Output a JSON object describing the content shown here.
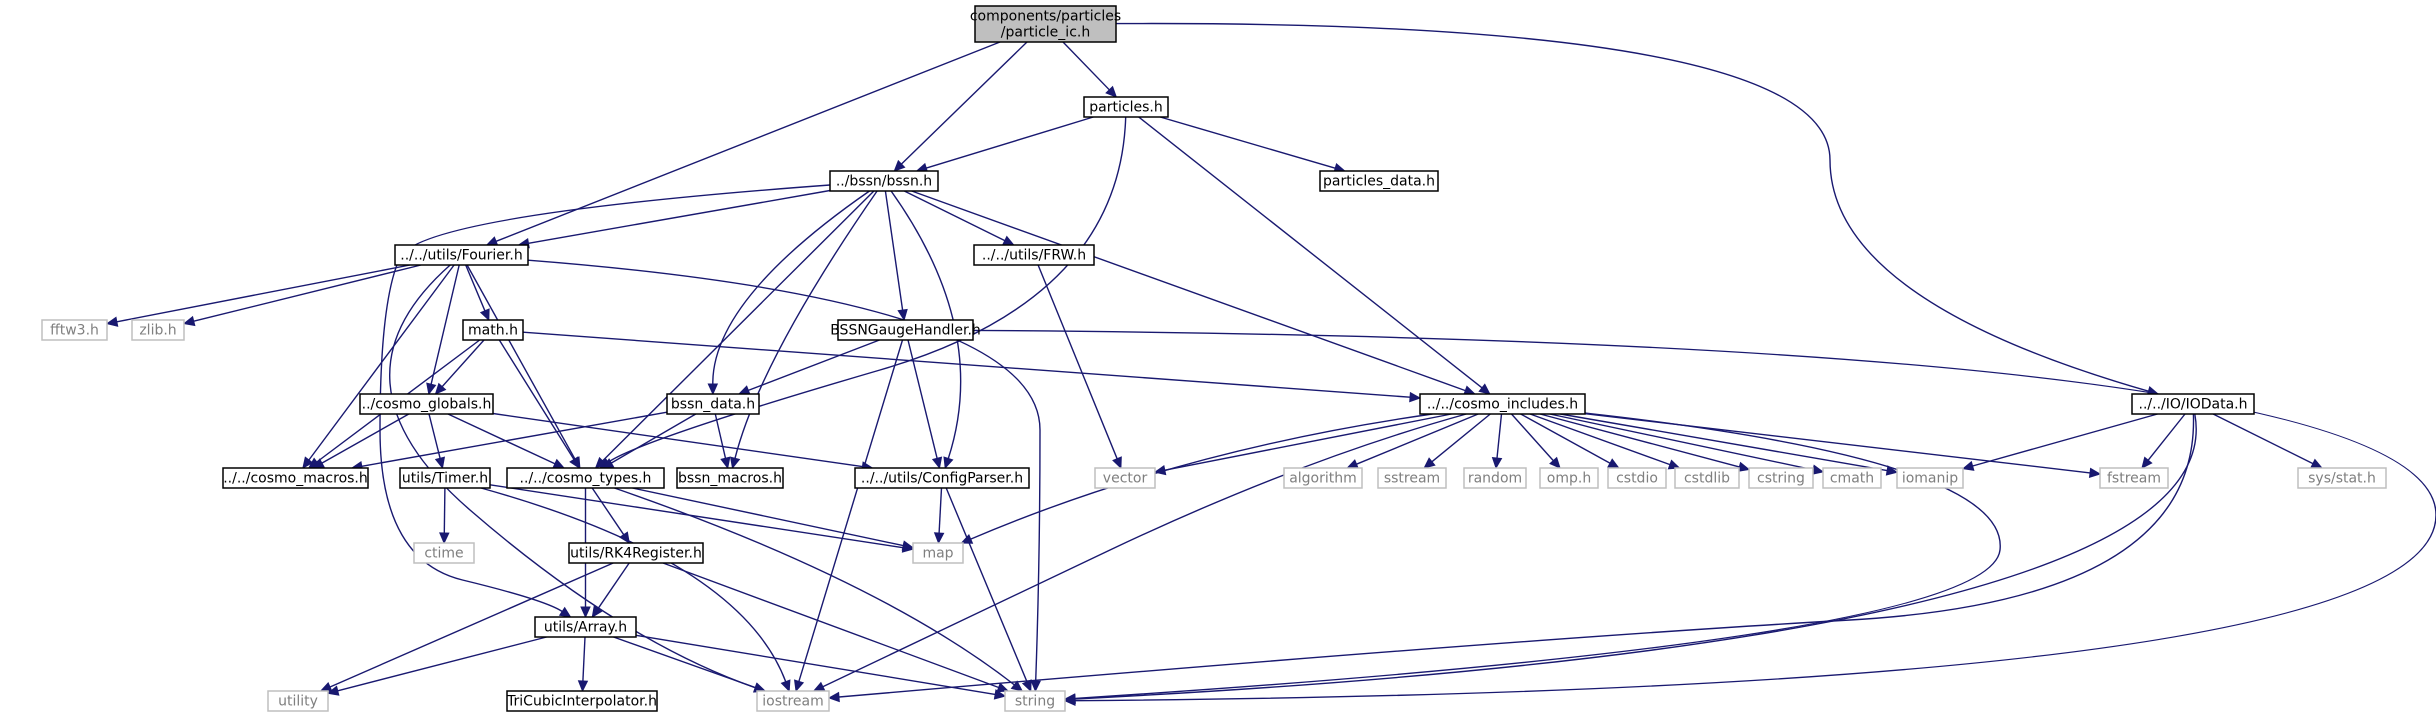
{
  "colors": {
    "edge": "#191970",
    "node_border": "#000000",
    "root_fill": "#bfbfbf",
    "system_border": "#bfbfbf",
    "system_text": "#7f7f7f",
    "background": "#ffffff"
  },
  "nodes": [
    {
      "id": "root",
      "lines": [
        "components/particles",
        "/particle_ic.h"
      ],
      "kind": "root"
    },
    {
      "id": "particles",
      "lines": [
        "particles.h"
      ],
      "kind": "local"
    },
    {
      "id": "bssn",
      "lines": [
        "../bssn/bssn.h"
      ],
      "kind": "local"
    },
    {
      "id": "particles_data",
      "lines": [
        "particles_data.h"
      ],
      "kind": "local"
    },
    {
      "id": "fourier",
      "lines": [
        "../../utils/Fourier.h"
      ],
      "kind": "local"
    },
    {
      "id": "frw",
      "lines": [
        "../../utils/FRW.h"
      ],
      "kind": "local"
    },
    {
      "id": "gauge",
      "lines": [
        "BSSNGaugeHandler.h"
      ],
      "kind": "local"
    },
    {
      "id": "fftw3",
      "lines": [
        "fftw3.h"
      ],
      "kind": "system"
    },
    {
      "id": "zlib",
      "lines": [
        "zlib.h"
      ],
      "kind": "system"
    },
    {
      "id": "math",
      "lines": [
        "math.h"
      ],
      "kind": "local"
    },
    {
      "id": "cosmo_globals",
      "lines": [
        "../cosmo_globals.h"
      ],
      "kind": "local"
    },
    {
      "id": "bssn_data",
      "lines": [
        "bssn_data.h"
      ],
      "kind": "local"
    },
    {
      "id": "cosmo_includes",
      "lines": [
        "../../cosmo_includes.h"
      ],
      "kind": "local"
    },
    {
      "id": "iodata",
      "lines": [
        "../../IO/IOData.h"
      ],
      "kind": "local"
    },
    {
      "id": "cosmo_macros",
      "lines": [
        "../../cosmo_macros.h"
      ],
      "kind": "local"
    },
    {
      "id": "timer",
      "lines": [
        "utils/Timer.h"
      ],
      "kind": "local"
    },
    {
      "id": "cosmo_types",
      "lines": [
        "../../cosmo_types.h"
      ],
      "kind": "local"
    },
    {
      "id": "bssn_macros",
      "lines": [
        "bssn_macros.h"
      ],
      "kind": "local"
    },
    {
      "id": "configparser",
      "lines": [
        "../../utils/ConfigParser.h"
      ],
      "kind": "local"
    },
    {
      "id": "vector",
      "lines": [
        "vector"
      ],
      "kind": "system"
    },
    {
      "id": "algorithm",
      "lines": [
        "algorithm"
      ],
      "kind": "system"
    },
    {
      "id": "sstream",
      "lines": [
        "sstream"
      ],
      "kind": "system"
    },
    {
      "id": "random",
      "lines": [
        "random"
      ],
      "kind": "system"
    },
    {
      "id": "omp",
      "lines": [
        "omp.h"
      ],
      "kind": "system"
    },
    {
      "id": "cstdio",
      "lines": [
        "cstdio"
      ],
      "kind": "system"
    },
    {
      "id": "cstdlib",
      "lines": [
        "cstdlib"
      ],
      "kind": "system"
    },
    {
      "id": "cstring",
      "lines": [
        "cstring"
      ],
      "kind": "system"
    },
    {
      "id": "cmath",
      "lines": [
        "cmath"
      ],
      "kind": "system"
    },
    {
      "id": "iomanip",
      "lines": [
        "iomanip"
      ],
      "kind": "system"
    },
    {
      "id": "fstream",
      "lines": [
        "fstream"
      ],
      "kind": "system"
    },
    {
      "id": "sysstat",
      "lines": [
        "sys/stat.h"
      ],
      "kind": "system"
    },
    {
      "id": "ctime",
      "lines": [
        "ctime"
      ],
      "kind": "system"
    },
    {
      "id": "rk4",
      "lines": [
        "utils/RK4Register.h"
      ],
      "kind": "local"
    },
    {
      "id": "map",
      "lines": [
        "map"
      ],
      "kind": "system"
    },
    {
      "id": "array",
      "lines": [
        "utils/Array.h"
      ],
      "kind": "local"
    },
    {
      "id": "utility",
      "lines": [
        "utility"
      ],
      "kind": "system"
    },
    {
      "id": "tricubic",
      "lines": [
        "TriCubicInterpolator.h"
      ],
      "kind": "local"
    },
    {
      "id": "iostream",
      "lines": [
        "iostream"
      ],
      "kind": "system"
    },
    {
      "id": "string",
      "lines": [
        "string"
      ],
      "kind": "system"
    }
  ],
  "edges": [
    [
      "root",
      "particles"
    ],
    [
      "root",
      "bssn"
    ],
    [
      "root",
      "fourier"
    ],
    [
      "root",
      "iodata"
    ],
    [
      "particles",
      "bssn"
    ],
    [
      "particles",
      "particles_data"
    ],
    [
      "particles",
      "cosmo_includes"
    ],
    [
      "particles",
      "cosmo_types"
    ],
    [
      "bssn",
      "fourier"
    ],
    [
      "bssn",
      "frw"
    ],
    [
      "bssn",
      "gauge"
    ],
    [
      "bssn",
      "bssn_data"
    ],
    [
      "bssn",
      "cosmo_includes"
    ],
    [
      "bssn",
      "cosmo_types"
    ],
    [
      "bssn",
      "bssn_macros"
    ],
    [
      "bssn",
      "configparser"
    ],
    [
      "bssn",
      "array"
    ],
    [
      "fourier",
      "fftw3"
    ],
    [
      "fourier",
      "zlib"
    ],
    [
      "fourier",
      "math"
    ],
    [
      "fourier",
      "cosmo_globals"
    ],
    [
      "fourier",
      "cosmo_macros"
    ],
    [
      "fourier",
      "cosmo_types"
    ],
    [
      "fourier",
      "iostream"
    ],
    [
      "fourier",
      "string"
    ],
    [
      "frw",
      "vector"
    ],
    [
      "gauge",
      "bssn_data"
    ],
    [
      "gauge",
      "configparser"
    ],
    [
      "gauge",
      "iostream"
    ],
    [
      "gauge",
      "string"
    ],
    [
      "math",
      "cosmo_globals"
    ],
    [
      "math",
      "cosmo_macros"
    ],
    [
      "math",
      "cosmo_types"
    ],
    [
      "math",
      "cosmo_includes"
    ],
    [
      "cosmo_globals",
      "cosmo_macros"
    ],
    [
      "cosmo_globals",
      "timer"
    ],
    [
      "cosmo_globals",
      "cosmo_types"
    ],
    [
      "cosmo_globals",
      "configparser"
    ],
    [
      "bssn_data",
      "cosmo_macros"
    ],
    [
      "bssn_data",
      "cosmo_types"
    ],
    [
      "bssn_data",
      "bssn_macros"
    ],
    [
      "cosmo_includes",
      "vector"
    ],
    [
      "cosmo_includes",
      "algorithm"
    ],
    [
      "cosmo_includes",
      "sstream"
    ],
    [
      "cosmo_includes",
      "random"
    ],
    [
      "cosmo_includes",
      "omp"
    ],
    [
      "cosmo_includes",
      "cstdio"
    ],
    [
      "cosmo_includes",
      "cstdlib"
    ],
    [
      "cosmo_includes",
      "cstring"
    ],
    [
      "cosmo_includes",
      "cmath"
    ],
    [
      "cosmo_includes",
      "iomanip"
    ],
    [
      "cosmo_includes",
      "fstream"
    ],
    [
      "cosmo_includes",
      "map"
    ],
    [
      "cosmo_includes",
      "iostream"
    ],
    [
      "cosmo_includes",
      "string"
    ],
    [
      "iodata",
      "iomanip"
    ],
    [
      "iodata",
      "fstream"
    ],
    [
      "iodata",
      "sysstat"
    ],
    [
      "iodata",
      "iostream"
    ],
    [
      "iodata",
      "string"
    ],
    [
      "timer",
      "ctime"
    ],
    [
      "timer",
      "map"
    ],
    [
      "timer",
      "iostream"
    ],
    [
      "cosmo_types",
      "rk4"
    ],
    [
      "cosmo_types",
      "array"
    ],
    [
      "cosmo_types",
      "map"
    ],
    [
      "cosmo_types",
      "string"
    ],
    [
      "configparser",
      "map"
    ],
    [
      "configparser",
      "string"
    ],
    [
      "rk4",
      "array"
    ],
    [
      "rk4",
      "utility"
    ],
    [
      "rk4",
      "string"
    ],
    [
      "array",
      "utility"
    ],
    [
      "array",
      "tricubic"
    ],
    [
      "array",
      "iostream"
    ],
    [
      "array",
      "string"
    ]
  ]
}
